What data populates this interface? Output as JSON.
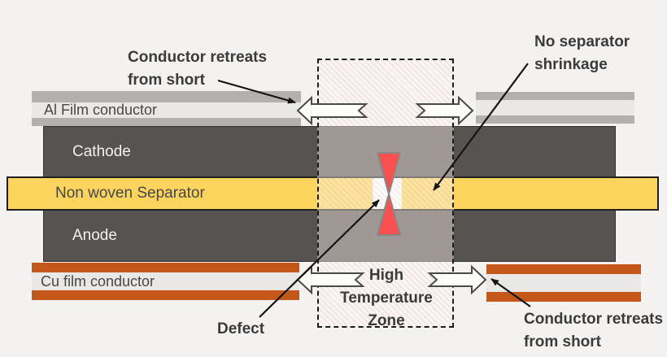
{
  "colors": {
    "background": "#f3f2f1",
    "electrode_gray": "#575350",
    "separator_yellow": "#fcd45e",
    "al_gray": "#b3b0ad",
    "strip_light": "#e9e8e6",
    "cu_orange": "#c4571a",
    "defect_red": "#fb5050",
    "label_text": "#3b3b3b",
    "layer_text_light": "#f2f1ef",
    "layer_text_dark": "#474747"
  },
  "layers": {
    "al_film_label": "Al Film conductor",
    "cathode_label": "Cathode",
    "separator_label": "Non woven Separator",
    "anode_label": "Anode",
    "cu_film_label": "Cu film conductor"
  },
  "zone": {
    "line1": "High",
    "line2": "Temperature",
    "line3": "Zone"
  },
  "callouts": {
    "top_left": {
      "line1": "Conductor retreats",
      "line2": "from short"
    },
    "top_right": {
      "line1": "No separator",
      "line2": "shrinkage"
    },
    "defect": "Defect",
    "bottom_right": {
      "line1": "Conductor retreats",
      "line2": "from short"
    }
  }
}
